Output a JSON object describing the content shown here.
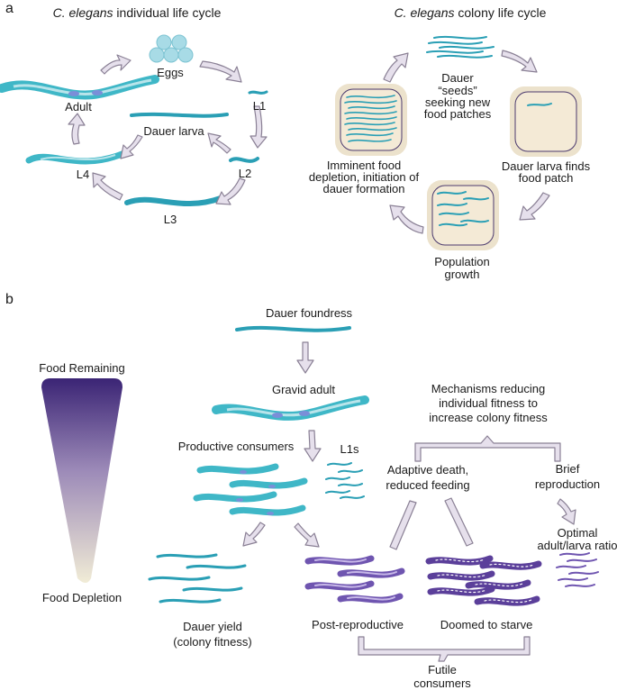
{
  "panel_a": {
    "letter": "a",
    "individual_title_italic": "C. elegans",
    "individual_title_rest": " individual life cycle",
    "colony_title_italic": "C. elegans",
    "colony_title_rest": " colony life cycle",
    "eggs": "Eggs",
    "l1": "L1",
    "l2": "L2",
    "l3": "L3",
    "l4": "L4",
    "adult": "Adult",
    "dauer_larva": "Dauer larva",
    "seeds_1": "Dauer",
    "seeds_2": "“seeds”",
    "seeds_3": "seeking new",
    "seeds_4": "food patches",
    "finds_1": "Dauer larva finds",
    "finds_2": "food patch",
    "growth_1": "Population",
    "growth_2": "growth",
    "imminent_1": "Imminent food",
    "imminent_2": "depletion, initiation of",
    "imminent_3": "dauer formation"
  },
  "panel_b": {
    "letter": "b",
    "food_remaining": "Food Remaining",
    "food_depletion": "Food Depletion",
    "dauer_foundress": "Dauer foundress",
    "gravid_adult": "Gravid adult",
    "productive_consumers": "Productive consumers",
    "l1s": "L1s",
    "mechanisms_1": "Mechanisms reducing",
    "mechanisms_2": "individual fitness to",
    "mechanisms_3": "increase colony fitness",
    "adaptive_1": "Adaptive death,",
    "adaptive_2": "reduced feeding",
    "brief_1": "Brief",
    "brief_2": "reproduction",
    "optimal_1": "Optimal",
    "optimal_2": "adult/larva ratio",
    "dauer_yield_1": "Dauer yield",
    "dauer_yield_2": "(colony fitness)",
    "post_reproductive": "Post-reproductive",
    "doomed": "Doomed to starve",
    "futile_1": "Futile",
    "futile_2": "consumers"
  },
  "colors": {
    "dauer_teal": "#2a9fb5",
    "adult_teal": "#3fb7c7",
    "adult_gut": "#7a8fd8",
    "starving_purple": "#6f55b0",
    "gradient_top": "#3b2475",
    "gradient_bottom": "#f1ecd6",
    "plate_fill": "#ece2cc",
    "plate_inner": "#f4ead6",
    "arrow_fill": "#e6e0ec",
    "arrow_stroke": "#8a8095",
    "egg_fill": "#a8dbe6"
  }
}
